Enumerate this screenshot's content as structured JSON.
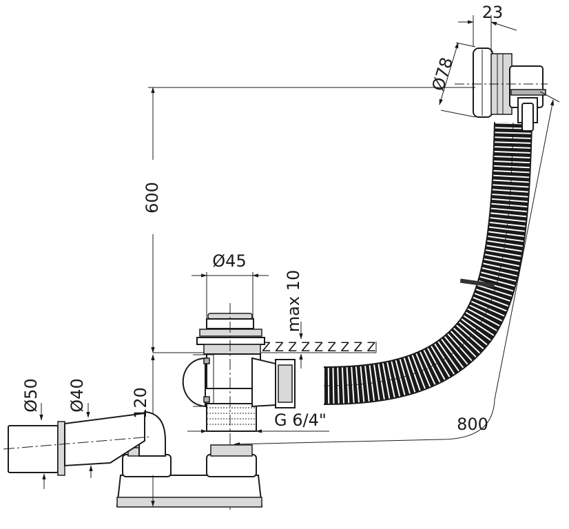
{
  "dimensions": {
    "d23": "23",
    "d78": "Ø78",
    "d600": "600",
    "d45": "Ø45",
    "dmax10": "max 10",
    "d120": "120",
    "d50": "Ø50",
    "d40": "Ø40",
    "dthread": "G 6/4\"",
    "d800": "800"
  },
  "tub_wall_marks": "Z Z Z Z Z Z Z Z Z"
}
